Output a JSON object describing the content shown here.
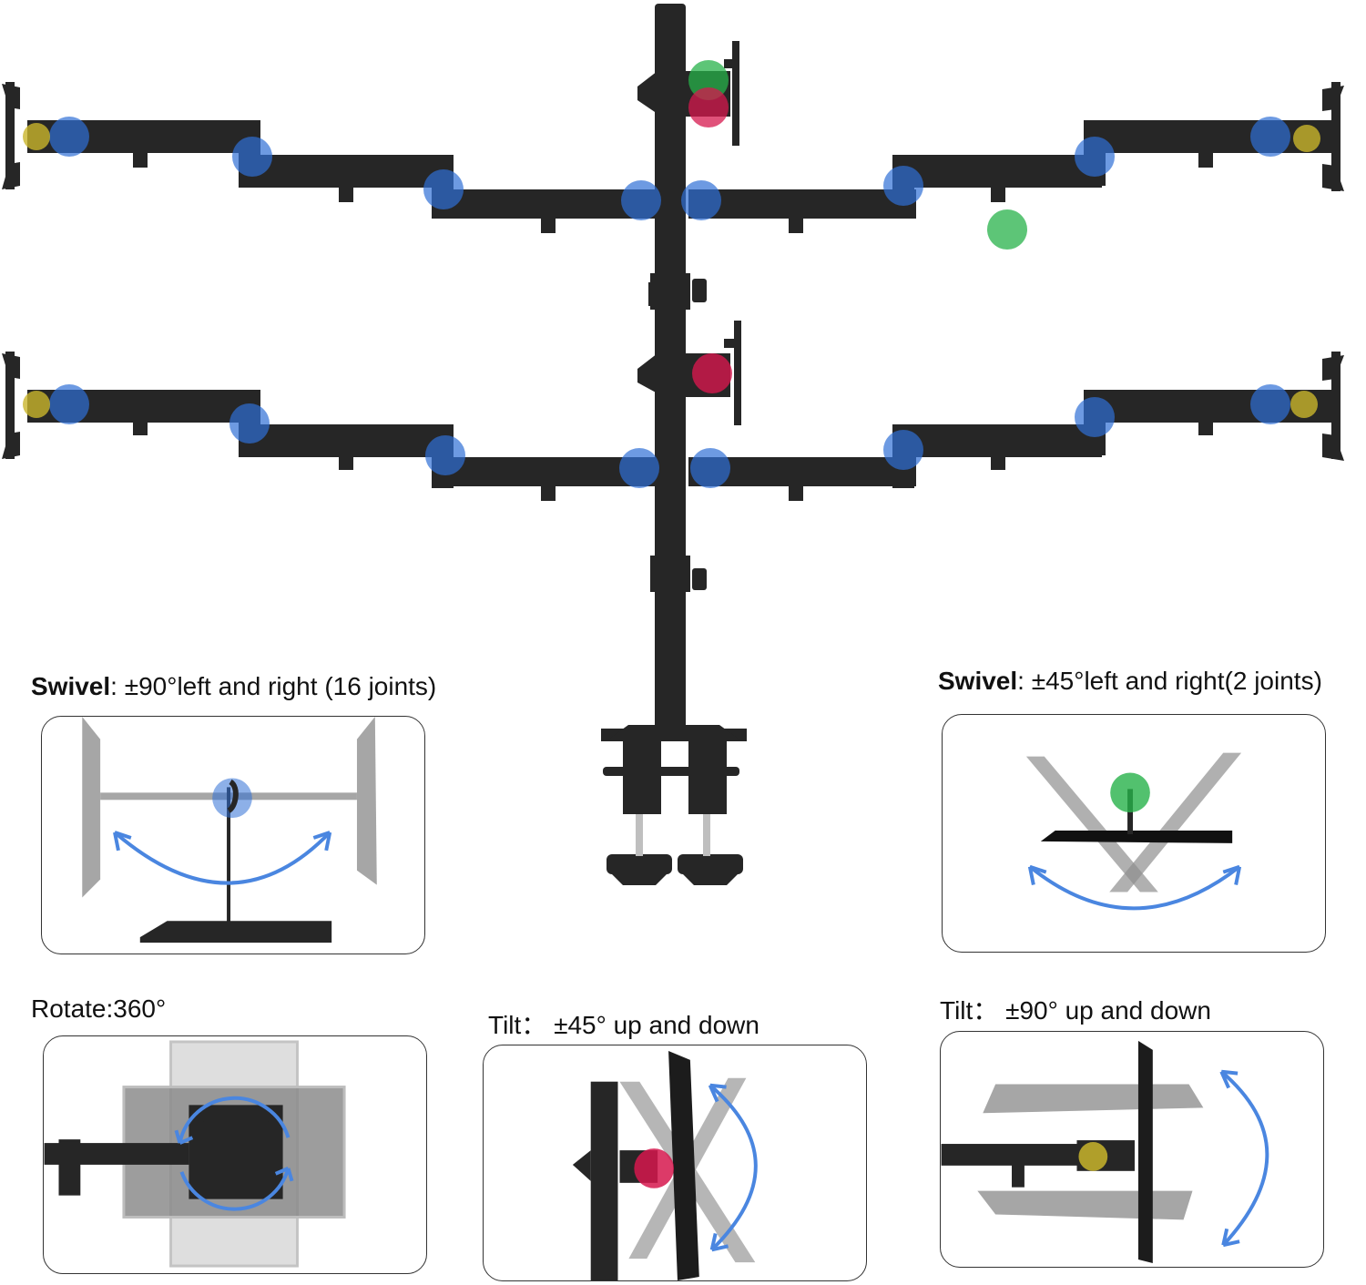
{
  "captions": {
    "swivel_16": {
      "label": "Swivel",
      "sep": ":",
      "text": " ±90°left and right (16 joints)"
    },
    "swivel_2": {
      "label": "Swivel",
      "sep": ":",
      "text": " ±45°left and right(2 joints)"
    },
    "rotate": {
      "label": "Rotate",
      "sep": ":",
      "text": "360°"
    },
    "tilt_45": {
      "label": "Tilt",
      "sep": "：",
      "text": " ±45° up and down"
    },
    "tilt_90": {
      "label": "Tilt",
      "sep": "：",
      "text": " ±90° up and down"
    }
  },
  "colors": {
    "arm": "#262626",
    "swivel_joint": "#2f6fd6",
    "tilt_joint": "#d6184e",
    "top_swivel_joint": "#27b24a",
    "rotate_joint": "#c9b52c",
    "arrow": "#4a86e0",
    "ghost": "#a6a6a6"
  },
  "icons": [
    "swivel-arrow-icon",
    "rotate-arrow-icon",
    "tilt-arrow-icon"
  ]
}
